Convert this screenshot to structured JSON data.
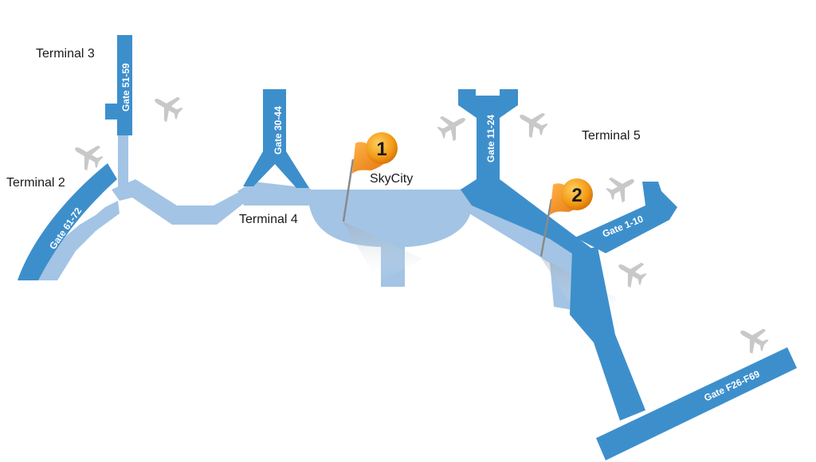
{
  "colors": {
    "terminal_dark": "#3d8fcc",
    "terminal_light": "#a3c4e4",
    "plane": "#c8c8c8",
    "flag": "#f08a12",
    "circle": "#f29a16"
  },
  "terminals": {
    "t2": "Terminal 2",
    "t3": "Terminal 3",
    "t4": "Terminal 4",
    "t5": "Terminal 5"
  },
  "gates": {
    "g61_72": "Gate 61-72",
    "g51_59": "Gate 51-59",
    "g30_44": "Gate 30-44",
    "g11_24": "Gate 11-24",
    "g1_10": "Gate 1-10",
    "gF26_F69": "Gate F26-F69"
  },
  "pins": [
    {
      "number": "1",
      "label": "SkyCity"
    },
    {
      "number": "2",
      "label": ""
    }
  ],
  "icons": [
    "airplane-icon",
    "flag-pin-icon"
  ]
}
